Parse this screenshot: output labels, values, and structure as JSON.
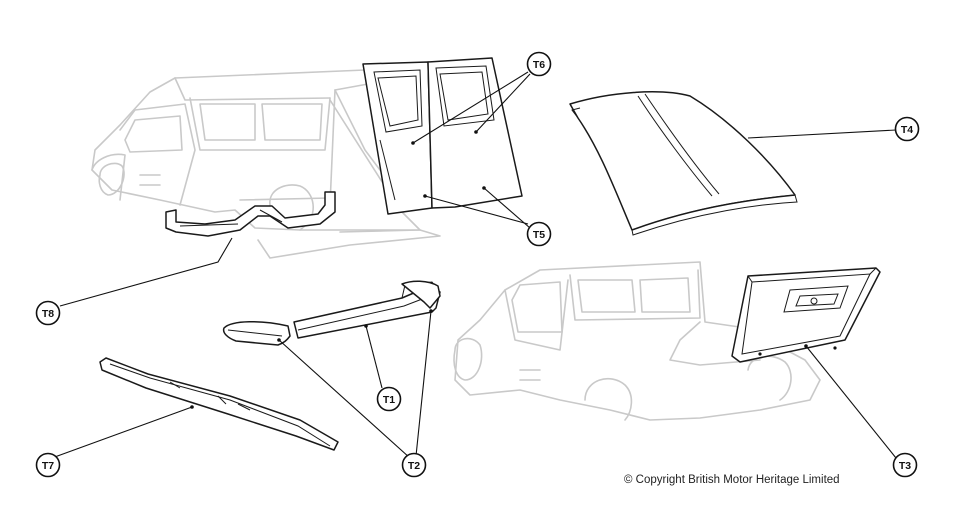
{
  "callouts": [
    {
      "id": "t6",
      "label": "T6"
    },
    {
      "id": "t4",
      "label": "T4"
    },
    {
      "id": "t5",
      "label": "T5"
    },
    {
      "id": "t8",
      "label": "T8"
    },
    {
      "id": "t1",
      "label": "T1"
    },
    {
      "id": "t7",
      "label": "T7"
    },
    {
      "id": "t2",
      "label": "T2"
    },
    {
      "id": "t3",
      "label": "T3"
    }
  ],
  "copyright": "© Copyright British Motor Heritage Limited",
  "colors": {
    "line": "#1a1a1a",
    "ghost": "#c9c9c9",
    "background": "#ffffff"
  }
}
